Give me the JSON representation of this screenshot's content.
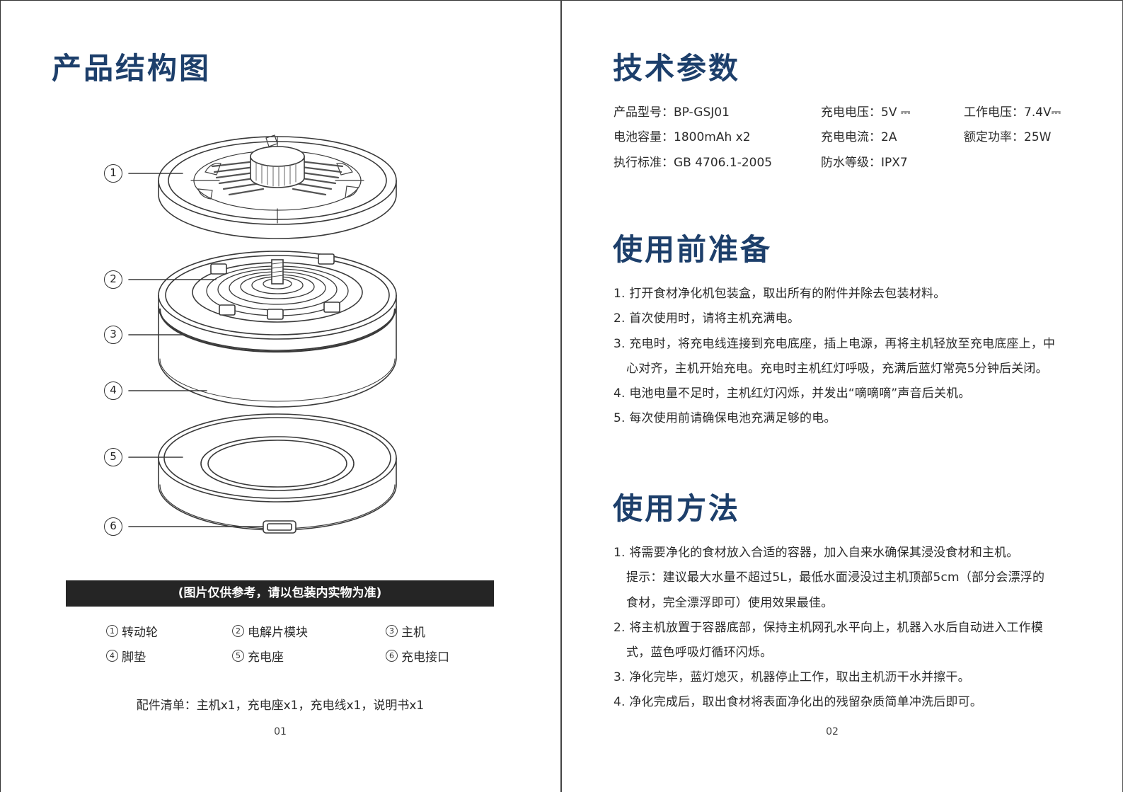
{
  "left_page": {
    "title": "产品结构图",
    "callouts": [
      "1",
      "2",
      "3",
      "4",
      "5",
      "6"
    ],
    "caption": "(图片仅供参考，请以包装内实物为准)",
    "legend": [
      {
        "num": "1",
        "label": "转动轮"
      },
      {
        "num": "2",
        "label": "电解片模块"
      },
      {
        "num": "3",
        "label": "主机"
      },
      {
        "num": "4",
        "label": "脚垫"
      },
      {
        "num": "5",
        "label": "充电座"
      },
      {
        "num": "6",
        "label": "充电接口"
      }
    ],
    "accessories": "配件清单：主机x1，充电座x1，充电线x1，说明书x1",
    "page_number": "01"
  },
  "right_page": {
    "specs_title": "技术参数",
    "specs": [
      "产品型号：BP-GSJ01",
      "充电电压：5V ⎓",
      "工作电压：7.4V⎓",
      "电池容量：1800mAh x2",
      "充电电流：2A",
      "额定功率：25W",
      "执行标准：GB 4706.1-2005",
      "防水等级：IPX7"
    ],
    "prep_title": "使用前准备",
    "prep_lines": [
      "1. 打开食材净化机包装盒，取出所有的附件并除去包装材料。",
      "2. 首次使用时，请将主机充满电。",
      "3. 充电时，将充电线连接到充电底座，插上电源，再将主机轻放至充电底座上，中",
      "心对齐，主机开始充电。充电时主机红灯呼吸，充满后蓝灯常亮5分钟后关闭。",
      "4. 电池电量不足时，主机红灯闪烁，并发出“嘀嘀嘀”声音后关机。",
      "5. 每次使用前请确保电池充满足够的电。"
    ],
    "usage_title": "使用方法",
    "usage_lines": [
      "1. 将需要净化的食材放入合适的容器，加入自来水确保其浸没食材和主机。",
      "提示：建议最大水量不超过5L，最低水面浸没过主机顶部5cm（部分会漂浮的",
      "食材，完全漂浮即可）使用效果最佳。",
      "2. 将主机放置于容器底部，保持主机网孔水平向上，机器入水后自动进入工作模",
      "式，蓝色呼吸灯循环闪烁。",
      "3. 净化完毕，蓝灯熄灭，机器停止工作，取出主机沥干水并擦干。",
      "4. 净化完成后，取出食材将表面净化出的残留杂质简单冲洗后即可。"
    ],
    "page_number": "02"
  }
}
